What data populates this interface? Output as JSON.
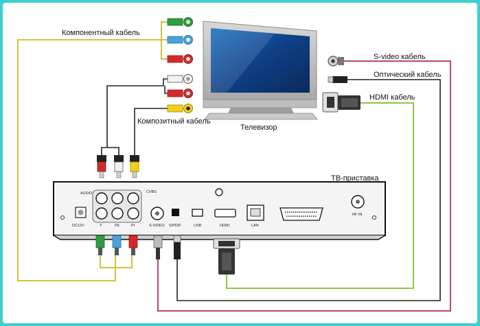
{
  "labels": {
    "component_cable": "Компонентный кабель",
    "composite_cable": "Композитный кабель",
    "tv": "Телевизор",
    "svideo_cable": "S-video кабель",
    "optical_cable": "Оптический кабель",
    "hdmi_cable": "HDMI кабель",
    "stb": "ТВ-приставка"
  },
  "ports": {
    "audio": "AUDIO",
    "cvbs": "CVBS",
    "dc": "DC12V",
    "y": "Y",
    "pb": "Pb",
    "pr": "Pr",
    "svideo": "S-VIDEO",
    "spdif": "S/PDIF",
    "usb": "USB",
    "hdmi": "HDMI",
    "lan": "LAN",
    "rfin": "RF IN"
  },
  "colors": {
    "frame": "#3ecfcf",
    "component_wire": "#d4c23a",
    "svideo_wire": "#b8457a",
    "optical_wire": "#222222",
    "hdmi_wire": "#8cc63f",
    "rca_green": "#2e9e3e",
    "rca_blue": "#4aa3d8",
    "rca_red": "#d42a2a",
    "rca_white": "#f2f2f2",
    "rca_yellow": "#f0d21a"
  }
}
